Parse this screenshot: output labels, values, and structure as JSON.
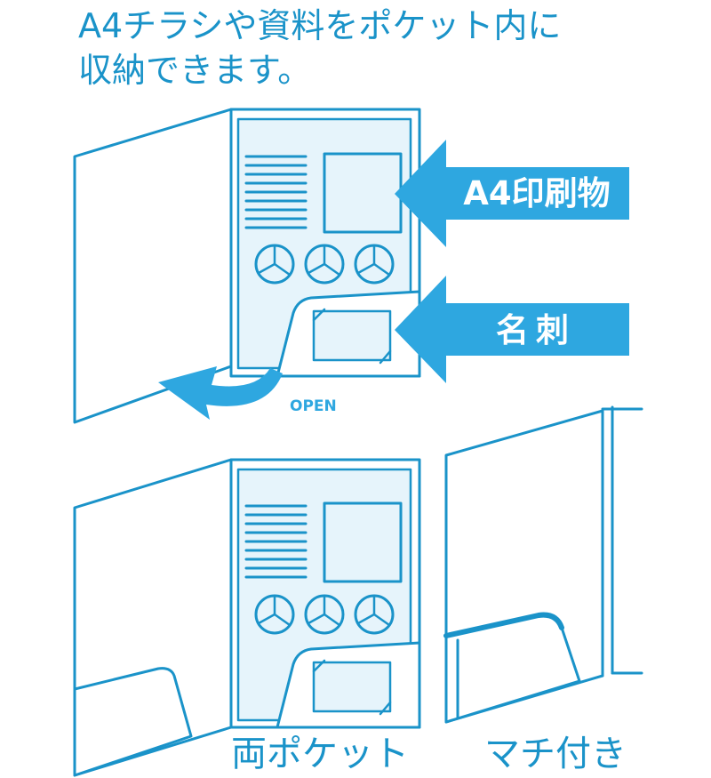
{
  "heading": {
    "line1": "A4チラシや資料をポケット内に",
    "line2": "収納できます。"
  },
  "callouts": {
    "a4_label": "A4印刷物",
    "card_label": "名刺",
    "open_label": "OPEN"
  },
  "captions": {
    "double_pocket": "両ポケット",
    "gusset": "マチ付き"
  },
  "colors": {
    "outline": "#1a93c9",
    "fill_light": "#e6f4fb",
    "arrow": "#2ea7e0",
    "text_white": "#ffffff"
  }
}
